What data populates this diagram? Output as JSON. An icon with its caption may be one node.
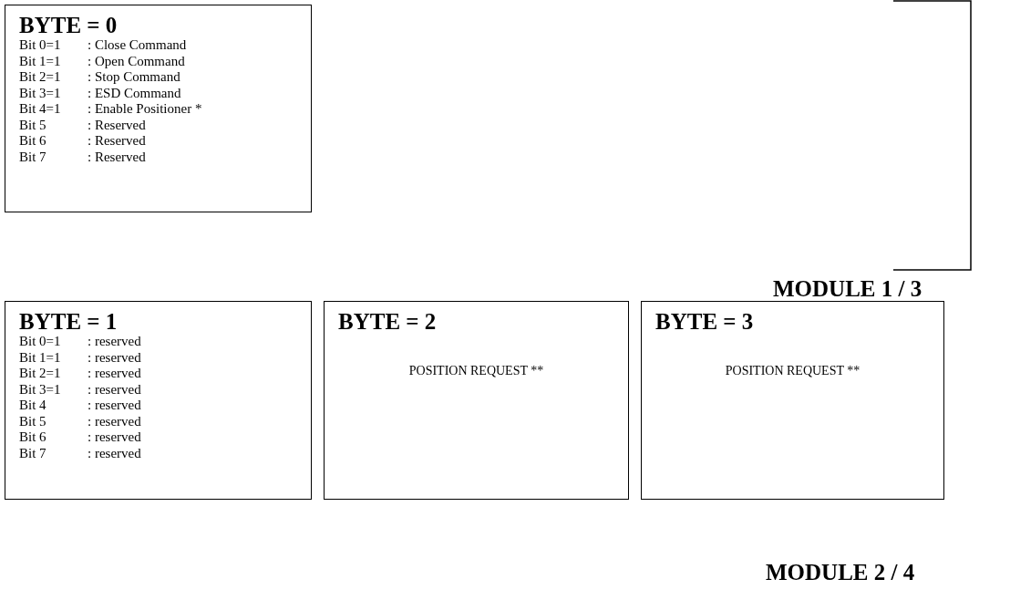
{
  "diagram": {
    "nodes": [
      {
        "text": [
          "BYTE = 0",
          "Bit 0=1",
          ": Close Command",
          "Bit 1=1",
          ": Open Command",
          "Bit 2=1",
          ": Stop Command",
          "Bit 3=1",
          ": ESD Command",
          "Bit 4=1",
          ": Enable Positioner  *",
          "Bit 5",
          ": Reserved",
          "Bit 6",
          ": Reserved",
          "Bit 7",
          ": Reserved"
        ]
      },
      {
        "text": [
          "BYTE = 1",
          "Bit 0=1",
          ": reserved",
          "Bit 1=1",
          ": reserved",
          "Bit 2=1",
          ": reserved",
          "Bit 3=1",
          ": reserved",
          "Bit 4",
          ": reserved",
          "Bit 5",
          ": reserved",
          "Bit 6",
          ": reserved",
          "Bit 7",
          ": reserved"
        ]
      },
      {
        "text": [
          "BYTE = 2",
          "POSITION REQUEST **"
        ]
      },
      {
        "text": [
          "BYTE = 3",
          "POSITION REQUEST **"
        ]
      }
    ],
    "labels": [
      "MODULE 1 / 3",
      "MODULE 2 / 4"
    ]
  }
}
